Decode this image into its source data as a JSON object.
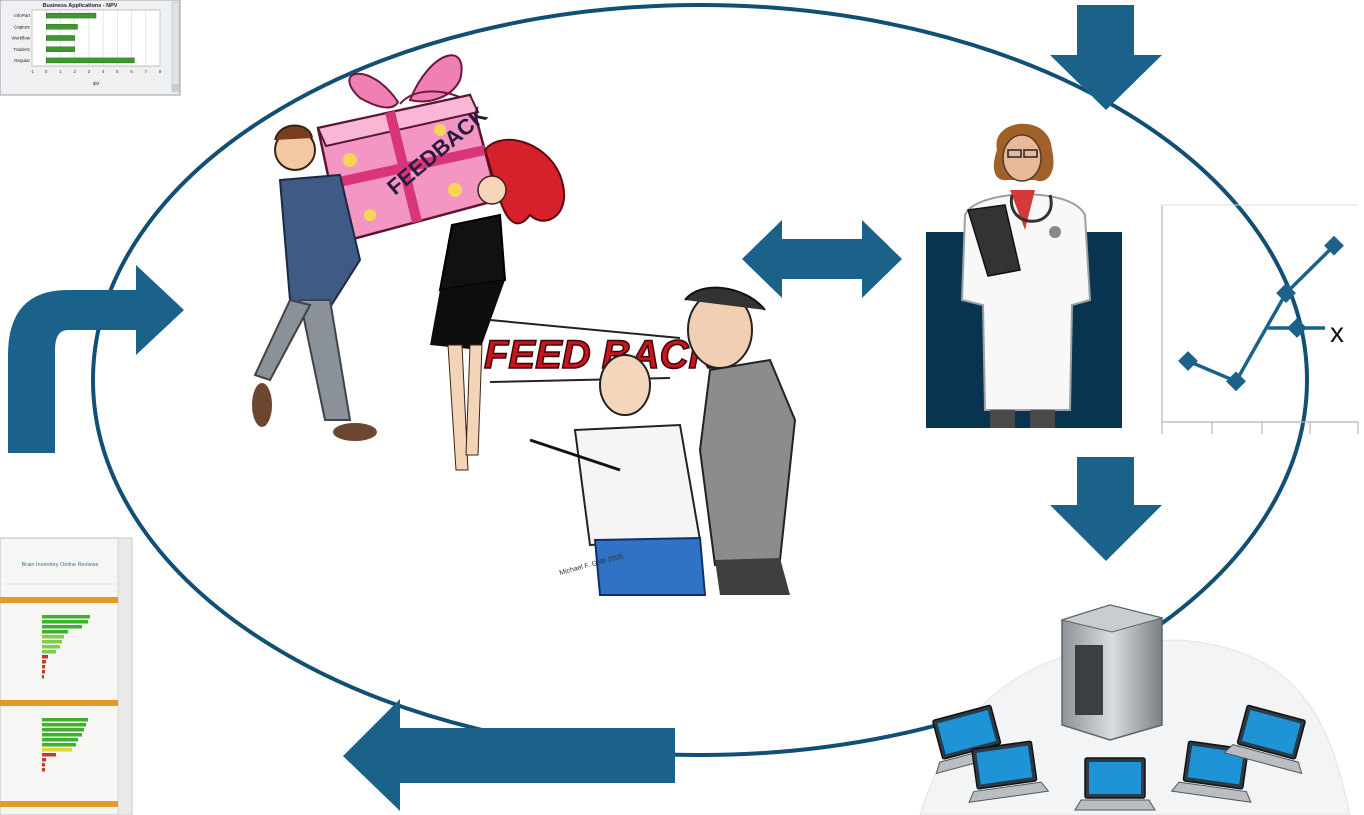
{
  "colors": {
    "arrow": "#1a6289",
    "ellipse": "#124f74",
    "navy_panel": "#08344f",
    "bar_green": "#3b9a2a",
    "gold": "#f0a020",
    "feedback_text": "#c8141c"
  },
  "thumbnail_top": {
    "title": "Business Applications - NPV",
    "categories": [
      "InfoPart",
      "Capture",
      "Workflow",
      "TraderG",
      "Regular"
    ],
    "values": [
      3.5,
      2.2,
      2.0,
      2.0,
      6.2
    ],
    "xlim": [
      -1,
      8
    ],
    "xticks": [
      "-1",
      "0",
      "1",
      "2",
      "3",
      "4",
      "5",
      "6",
      "7",
      "8"
    ],
    "xlabel": "$M"
  },
  "thumbnail_bottom": {
    "title": "Brain Inventory Online Reviews"
  },
  "feedback_gift": {
    "text": "FEEDBACK"
  },
  "feedback_shout": {
    "text": "FEED BACK"
  },
  "cartoon_signature": "Michael F. Gelb 2006",
  "mini_chart": {
    "points": [
      0.9,
      0.6,
      1.9,
      2.6
    ],
    "legend_label": "x"
  },
  "icons": [
    "doctor-icon",
    "server-network-icon",
    "gift-feedback-cartoon",
    "shouting-feedback-cartoon",
    "dashboard-thumbnail"
  ]
}
